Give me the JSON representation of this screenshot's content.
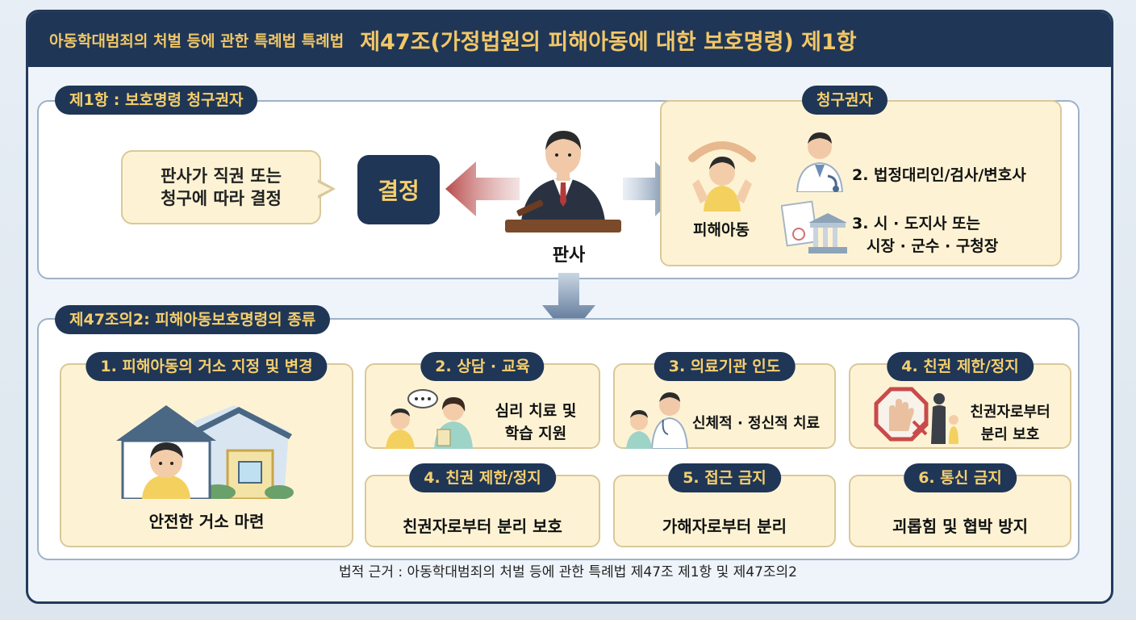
{
  "header": {
    "subtitle": "아동학대범죄의 처벌 등에 관한 특례법 특례법",
    "title": "제47조(가정법원의 피해아동에 대한 보호명령) 제1항"
  },
  "section1": {
    "tag": "제1항 : 보호명령 청구권자",
    "speech_line1": "판사가 직권 또는",
    "speech_line2": "청구에 따라 결정",
    "decision": "결정",
    "judge": "판사"
  },
  "claimants": {
    "tag": "청구권자",
    "child": "피해아동",
    "item2": "2. 법정대리인/검사/변호사",
    "item3_line1": "3. 시 · 도지사 또는",
    "item3_line2": "시장 · 군수 · 구청장"
  },
  "section2": {
    "tag": "제47조의2: 피해아동보호명령의 종류",
    "boxes": [
      {
        "title": "1. 피해아동의 거소 지정 및 변경",
        "body": "안전한 거소 마련"
      },
      {
        "title": "2. 상담 · 교육",
        "body_line1": "심리 치료 및",
        "body_line2": "학습 지원"
      },
      {
        "title": "3. 의료기관 인도",
        "body": "신체적 · 정신적 치료"
      },
      {
        "title": "4. 친권 제한/정지",
        "body_line1": "친권자로부터",
        "body_line2": "분리 보호"
      },
      {
        "title": "4. 친권 제한/정지",
        "body": "친권자로부터 분리 보호"
      },
      {
        "title": "5. 접근 금지",
        "body": "가해자로부터 분리"
      },
      {
        "title": "6. 통신 금지",
        "body": "괴롭힘 및 협박 방지"
      }
    ]
  },
  "footer": "법적 근거 : 아동학대범죄의 처벌 등에 관한 특례법 제47조 제1항 및 제47조의2",
  "colors": {
    "navy": "#1f3656",
    "gold": "#f6cf6d",
    "cream": "#fdf3d4",
    "red_arrow": "#b84a4a",
    "blue_arrow": "#3e5d83"
  }
}
